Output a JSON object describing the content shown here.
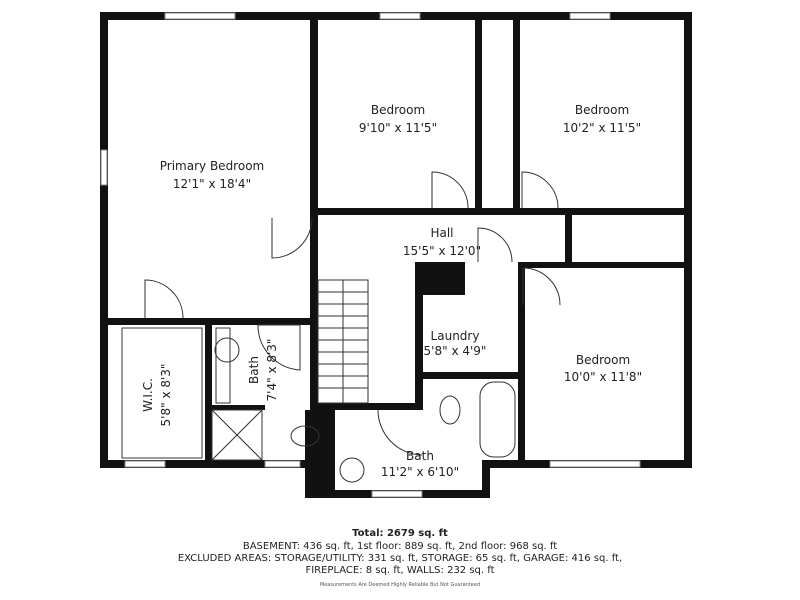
{
  "rooms": [
    {
      "name": "Primary Bedroom",
      "dims": "12'1\" x 18'4\""
    },
    {
      "name": "Bedroom",
      "dims": "9'10\" x 11'5\""
    },
    {
      "name": "Bedroom",
      "dims": "10'2\" x 11'5\""
    },
    {
      "name": "Hall",
      "dims": "15'5\" x 12'0\""
    },
    {
      "name": "Laundry",
      "dims": "5'8\" x 4'9\""
    },
    {
      "name": "Bedroom",
      "dims": "10'0\" x 11'8\""
    },
    {
      "name": "W.I.C.",
      "dims": "5'8\" x 8'3\""
    },
    {
      "name": "Bath",
      "dims": "7'4\" x 8'3\""
    },
    {
      "name": "Bath",
      "dims": "11'2\" x 6'10\""
    }
  ],
  "footer": {
    "total": "Total: 2679 sq. ft",
    "line1": "BASEMENT: 436 sq. ft, 1st floor: 889 sq. ft, 2nd floor: 968 sq. ft",
    "line2": "EXCLUDED AREAS: STORAGE/UTILITY: 331 sq. ft, STORAGE: 65 sq. ft, GARAGE: 416 sq. ft,",
    "line3": "FIREPLACE: 8 sq. ft, WALLS: 232 sq. ft",
    "disclaimer": "Measurements Are Deemed Highly Reliable But Not Guaranteed"
  }
}
